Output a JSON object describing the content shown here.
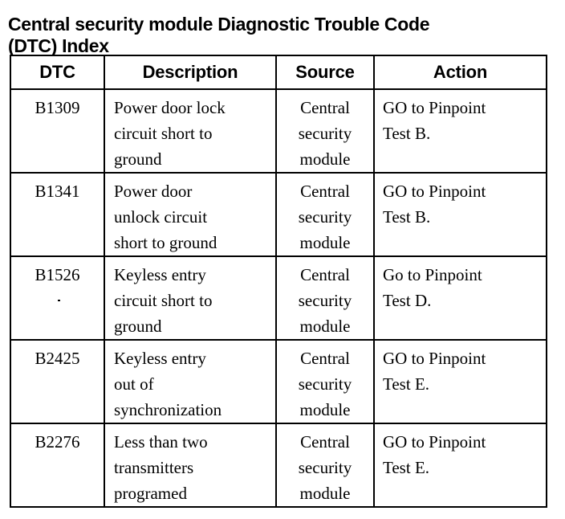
{
  "document": {
    "title": "Central security module Diagnostic Trouble Code\n(DTC) Index"
  },
  "table": {
    "columns": [
      {
        "key": "dtc",
        "label": "DTC"
      },
      {
        "key": "description",
        "label": "Description"
      },
      {
        "key": "source",
        "label": "Source"
      },
      {
        "key": "action",
        "label": "Action"
      }
    ],
    "rows": [
      {
        "dtc": "B1309",
        "description": "Power door lock\ncircuit short to\nground",
        "source": "Central\nsecurity\nmodule",
        "action": "GO to Pinpoint\nTest B."
      },
      {
        "dtc": "B1341",
        "description": "Power door\nunlock circuit\nshort to ground",
        "source": "Central\nsecurity\nmodule",
        "action": "GO to Pinpoint\nTest B."
      },
      {
        "dtc": "B1526",
        "description": "Keyless entry\ncircuit short to\nground",
        "source": "Central\nsecurity\nmodule",
        "action": "Go to Pinpoint\nTest D."
      },
      {
        "dtc": "B2425",
        "description": "Keyless entry\nout of\nsynchronization",
        "source": "Central\nsecurity\nmodule",
        "action": "GO to Pinpoint\nTest E."
      },
      {
        "dtc": "B2276",
        "description": "Less than two\ntransmitters\nprogramed",
        "source": "Central\nsecurity\nmodule",
        "action": "GO to Pinpoint\nTest E."
      }
    ]
  },
  "colors": {
    "text": "#000000",
    "background": "#ffffff",
    "border": "#000000"
  }
}
